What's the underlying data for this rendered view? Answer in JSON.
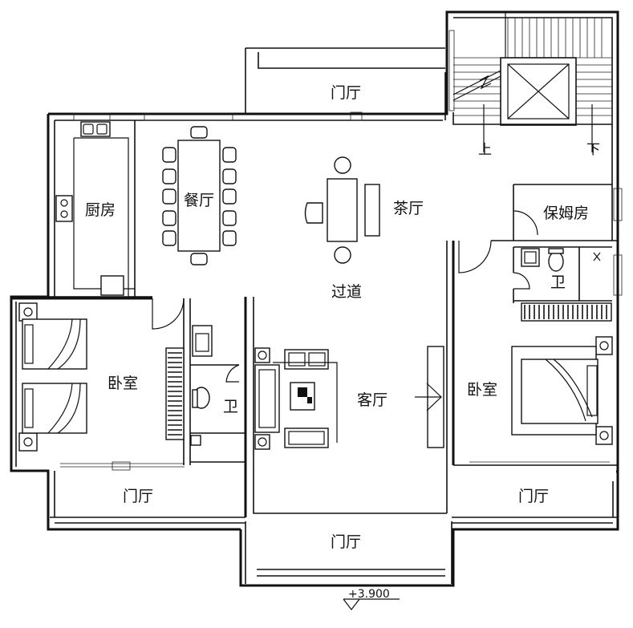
{
  "rooms": {
    "foyer_top": "门厅",
    "kitchen": "厨房",
    "dining": "餐厅",
    "tea_room": "茶厅",
    "nanny_room": "保姆房",
    "corridor": "过道",
    "bath_right": "卫",
    "bedroom_left": "卧室",
    "bath_left": "卫",
    "living_room": "客厅",
    "bedroom_right": "卧室",
    "foyer_left": "门厅",
    "foyer_right": "门厅",
    "foyer_bottom": "门厅"
  },
  "stairs": {
    "up": "上",
    "down": "下"
  },
  "level_mark": "+3.900"
}
